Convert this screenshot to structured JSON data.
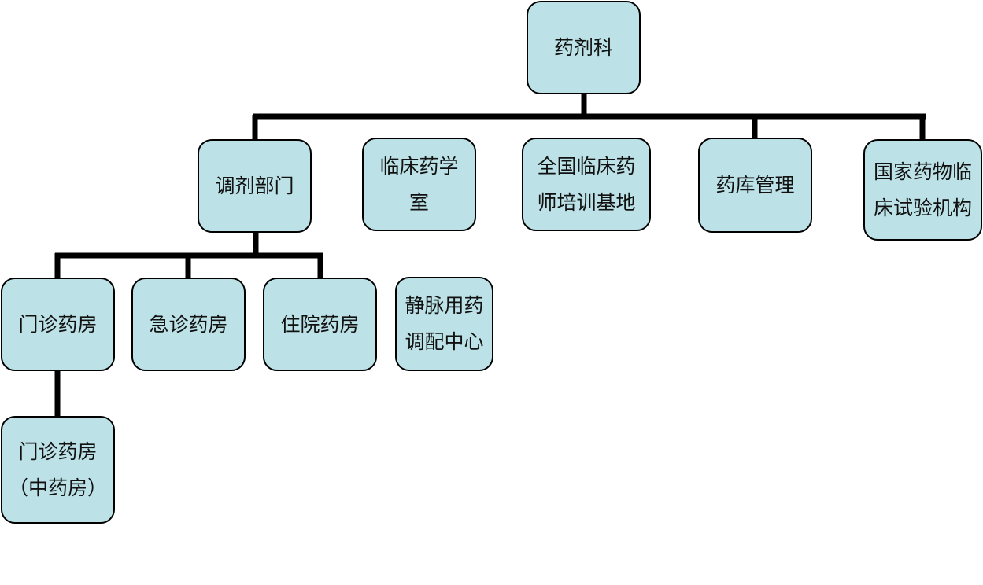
{
  "diagram": {
    "colors": {
      "node_fill": "#bce2e7",
      "node_border": "#000000",
      "connector": "#000000"
    },
    "nodes": {
      "root": {
        "label": "药剂科"
      },
      "dispensing_dept": {
        "label": "调剂部门"
      },
      "clinical_pharmacy": {
        "label": "临床药学\n室"
      },
      "training_base": {
        "label": "全国临床药\n师培训基地"
      },
      "storage": {
        "label": "药库管理"
      },
      "drug_trial": {
        "label": "国家药物临\n床试验机构"
      },
      "outpatient": {
        "label": "门诊药房"
      },
      "emergency": {
        "label": "急诊药房"
      },
      "inpatient": {
        "label": "住院药房"
      },
      "iv_center": {
        "label": "静脉用药\n调配中心"
      },
      "outpatient_tcm": {
        "label": "门诊药房\n（中药房）"
      }
    }
  }
}
